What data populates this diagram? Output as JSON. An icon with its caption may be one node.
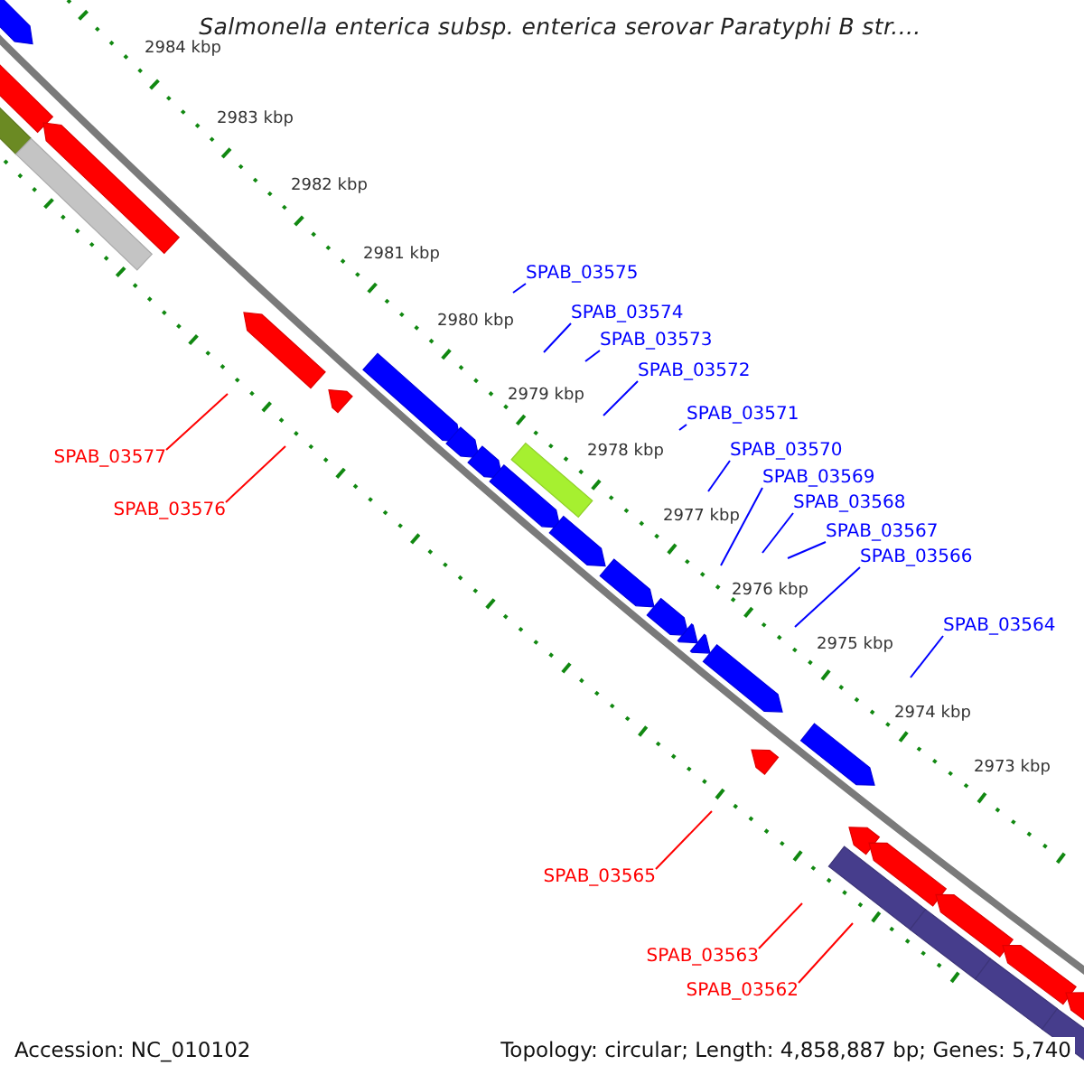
{
  "diagram": {
    "title": "Salmonella enterica subsp. enterica serovar Paratyphi B str....",
    "nodes": [
      {
        "text": [
          "SPAB_03575"
        ]
      },
      {
        "text": [
          "SPAB_03574"
        ]
      },
      {
        "text": [
          "SPAB_03573"
        ]
      },
      {
        "text": [
          "SPAB_03572"
        ]
      },
      {
        "text": [
          "SPAB_03571"
        ]
      },
      {
        "text": [
          "SPAB_03570"
        ]
      },
      {
        "text": [
          "SPAB_03577"
        ]
      },
      {
        "text": [
          "SPAB_03569"
        ]
      },
      {
        "text": [
          "SPAB_03568"
        ]
      },
      {
        "text": [
          "SPAB_03576"
        ]
      },
      {
        "text": [
          "SPAB_03567"
        ]
      },
      {
        "text": [
          "SPAB_03566"
        ]
      },
      {
        "text": [
          "SPAB_03564"
        ]
      },
      {
        "text": [
          "SPAB_03565"
        ]
      },
      {
        "text": [
          "SPAB_03563"
        ]
      },
      {
        "text": [
          "SPAB_03562"
        ]
      }
    ],
    "edges": [
      {
        "from": 0,
        "to": null,
        "arrow": "none"
      },
      {
        "from": 1,
        "to": null,
        "arrow": "none"
      },
      {
        "from": 2,
        "to": null,
        "arrow": "none"
      },
      {
        "from": 3,
        "to": null,
        "arrow": "none"
      },
      {
        "from": 4,
        "to": null,
        "arrow": "none"
      },
      {
        "from": 5,
        "to": null,
        "arrow": "none"
      },
      {
        "from": 6,
        "to": null,
        "arrow": "none",
        "color": "#ff0000"
      },
      {
        "from": 7,
        "to": null,
        "arrow": "none"
      },
      {
        "from": 8,
        "to": null,
        "arrow": "none"
      },
      {
        "from": 9,
        "to": null,
        "arrow": "none",
        "color": "#ff0000"
      },
      {
        "from": 10,
        "to": null,
        "arrow": "none"
      },
      {
        "from": 11,
        "to": null,
        "arrow": "none"
      },
      {
        "from": 12,
        "to": null,
        "arrow": "none"
      },
      {
        "from": 13,
        "to": null,
        "arrow": "none",
        "color": "#ff0000"
      },
      {
        "from": 14,
        "to": null,
        "arrow": "none",
        "color": "#ff0000"
      },
      {
        "from": 15,
        "to": null,
        "arrow": "none",
        "color": "#ff0000"
      }
    ],
    "labels": [
      "2984 kbp",
      "2983 kbp",
      "2982 kbp",
      "2981 kbp",
      "2980 kbp",
      "2979 kbp",
      "2978 kbp",
      "2977 kbp",
      "2976 kbp",
      "2975 kbp",
      "2974 kbp",
      "2973 kbp",
      "Accession: NC_010102",
      "Topology: circular; Length: 4,858,887 bp; Genes: 5,740"
    ]
  }
}
